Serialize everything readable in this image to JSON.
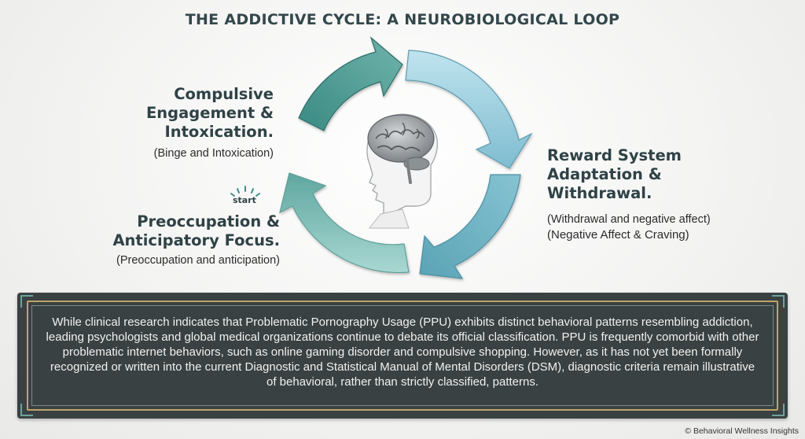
{
  "title": "THE ADDICTIVE CYCLE: A NEUROBIOLOGICAL LOOP",
  "stages": {
    "engagement": {
      "heading_lines": [
        "Compulsive",
        "Engagement &",
        "Intoxication."
      ],
      "subtitle": "(Binge and Intoxication)"
    },
    "withdrawal": {
      "heading_lines": [
        "Reward System",
        "Adaptation &",
        "Withdrawal."
      ],
      "subtitle_lines": [
        "(Withdrawal and negative affect)",
        "(Negative Affect & Craving)"
      ]
    },
    "preoccupation": {
      "start_label": "start",
      "heading_lines": [
        "Preoccupation &",
        "Anticipatory Focus."
      ],
      "subtitle": "(Preoccupation and anticipation)"
    }
  },
  "info_box": {
    "text": "While clinical research indicates that Problematic Pornography Usage (PPU) exhibits distinct behavioral patterns resembling addiction, leading psychologists and global medical organizations continue to debate its official classification. PPU is frequently comorbid with other problematic internet behaviors, such as online gaming disorder and compulsive shopping. However, as it has not yet been formally recognized or written into the current Diagnostic and Statistical Manual of Mental Disorders (DSM), diagnostic criteria remain illustrative of behavioral, rather than strictly classified, patterns."
  },
  "footer": "© Behavioral Wellness Insights",
  "colors": {
    "arrow_dark_teal": "#3f8f87",
    "arrow_light_blue": "#8ec9d8",
    "arrow_pale_teal": "#9cd1cc",
    "brain_gray": "#8a8f93",
    "box_bg": "#394142",
    "gold_border": "#bfa46b"
  },
  "icons": {
    "center": "brain-head-icon",
    "start": "sunburst-icon"
  }
}
